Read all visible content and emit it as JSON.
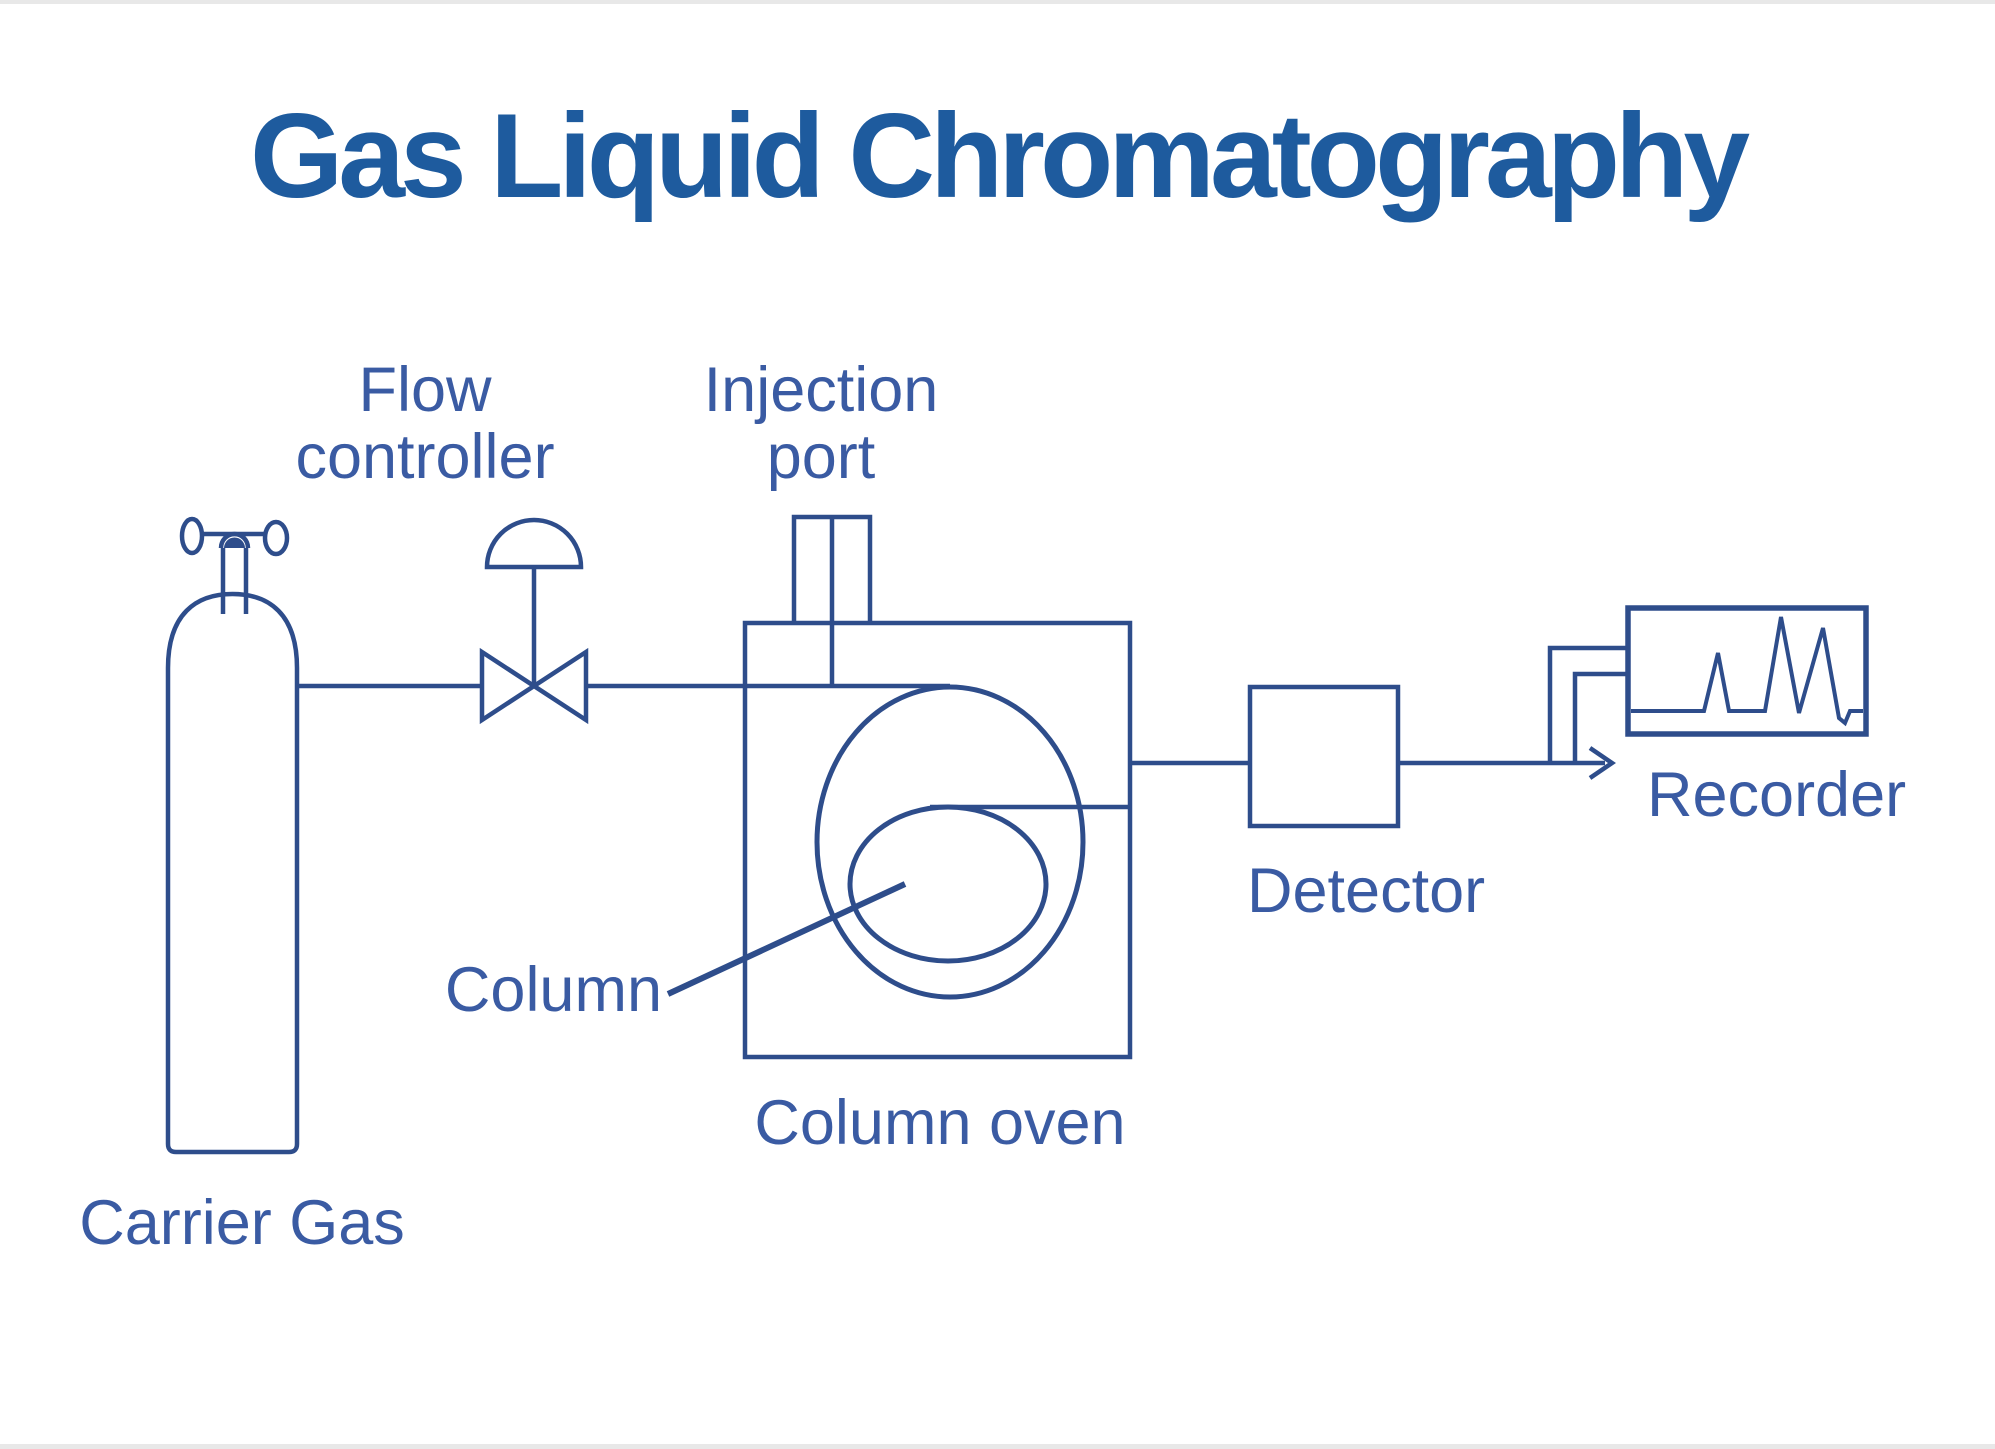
{
  "title": "Gas Liquid Chromatography",
  "labels": {
    "flow_controller_line1": "Flow",
    "flow_controller_line2": "controller",
    "injection_port_line1": "Injection",
    "injection_port_line2": "port",
    "carrier_gas": "Carrier Gas",
    "column": "Column",
    "column_oven": "Column oven",
    "detector": "Detector",
    "recorder": "Recorder"
  },
  "colors": {
    "background": "#ffffff",
    "title_text": "#1e5b9e",
    "label_text": "#3a5ba3",
    "diagram_line": "#2e4d8b",
    "page_edge": "#e8e8e8"
  },
  "diagram": {
    "type": "process-schematic",
    "components": [
      "carrier-gas-cylinder",
      "cylinder-valve",
      "flow-controller-valve",
      "injection-port",
      "column-oven",
      "column-coil",
      "column-leader-line",
      "detector",
      "flow-arrow",
      "recorder",
      "chromatogram-trace"
    ]
  }
}
